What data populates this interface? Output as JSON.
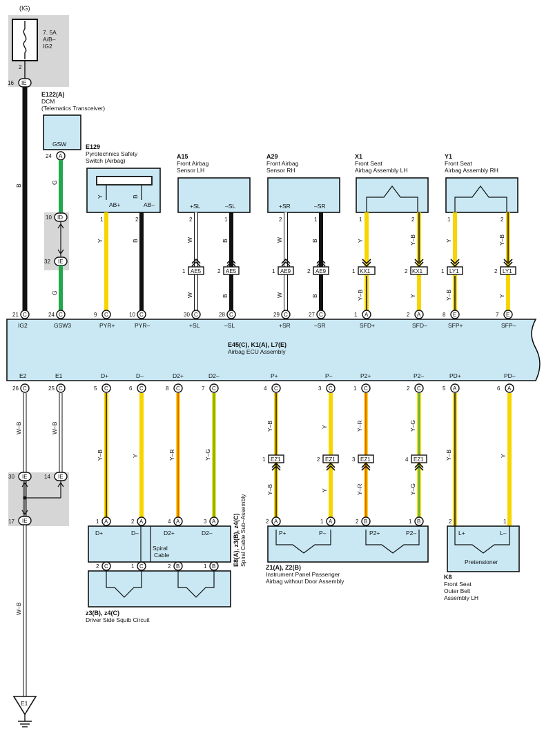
{
  "supply": {
    "ig": "(IG)",
    "fuse_line1": "7. 5A",
    "fuse_line2": "A/B–",
    "fuse_line3": "IG2",
    "fuse_pin": "2",
    "ie_pin": "16",
    "ie_code": "IE"
  },
  "dcm": {
    "code": "E122(A)",
    "name1": "DCM",
    "name2": "(Telematics Transceiver)",
    "terminal": "GSW",
    "pin": "24",
    "connector": "A"
  },
  "junction_id": {
    "pin_top": "10",
    "code_top": "ID",
    "pin_bot": "32",
    "code_bot": "IE"
  },
  "pyro": {
    "code": "E129",
    "name1": "Pyrotechnics Safety",
    "name2": "Switch (Airbag)",
    "t1": "AB+",
    "t2": "AB–",
    "p1": "1",
    "p2": "2"
  },
  "a15": {
    "code": "A15",
    "name1": "Front Airbag",
    "name2": "Sensor LH",
    "t1": "+SL",
    "t2": "–SL",
    "p1": "2",
    "p2": "1",
    "conn": "AE5",
    "cp1": "1",
    "cp2": "2"
  },
  "a29": {
    "code": "A29",
    "name1": "Front Airbag",
    "name2": "Sensor RH",
    "t1": "+SR",
    "t2": "–SR",
    "p1": "2",
    "p2": "1",
    "conn": "AE9",
    "cp1": "1",
    "cp2": "2"
  },
  "x1": {
    "code": "X1",
    "name1": "Front Seat",
    "name2": "Airbag Assembly LH",
    "p1": "1",
    "p2": "2",
    "conn": "KX1",
    "cp1": "1",
    "cp2": "2"
  },
  "y1": {
    "code": "Y1",
    "name1": "Front Seat",
    "name2": "Airbag Assembly RH",
    "p1": "1",
    "p2": "2",
    "conn": "LY1",
    "cp1": "1",
    "cp2": "2"
  },
  "ecu": {
    "code": "E45(C), K1(A), L7(E)",
    "name": "Airbag ECU Assembly",
    "top_terms": [
      {
        "pin": "21",
        "conn": "C",
        "label": "IG2"
      },
      {
        "pin": "24",
        "conn": "C",
        "label": "GSW3"
      },
      {
        "pin": "9",
        "conn": "C",
        "label": "PYR+"
      },
      {
        "pin": "10",
        "conn": "C",
        "label": "PYR–"
      },
      {
        "pin": "30",
        "conn": "C",
        "label": "+SL"
      },
      {
        "pin": "28",
        "conn": "C",
        "label": "–SL"
      },
      {
        "pin": "29",
        "conn": "C",
        "label": "+SR"
      },
      {
        "pin": "27",
        "conn": "C",
        "label": "–SR"
      },
      {
        "pin": "1",
        "conn": "A",
        "label": "SFD+"
      },
      {
        "pin": "2",
        "conn": "A",
        "label": "SFD–"
      },
      {
        "pin": "8",
        "conn": "E",
        "label": "SFP+"
      },
      {
        "pin": "7",
        "conn": "E",
        "label": "SFP–"
      }
    ],
    "bot_terms": [
      {
        "pin": "26",
        "conn": "C",
        "label": "E2"
      },
      {
        "pin": "25",
        "conn": "C",
        "label": "E1"
      },
      {
        "pin": "5",
        "conn": "C",
        "label": "D+"
      },
      {
        "pin": "6",
        "conn": "C",
        "label": "D–"
      },
      {
        "pin": "8",
        "conn": "C",
        "label": "D2+"
      },
      {
        "pin": "7",
        "conn": "C",
        "label": "D2–"
      },
      {
        "pin": "4",
        "conn": "C",
        "label": "P+"
      },
      {
        "pin": "3",
        "conn": "C",
        "label": "P–"
      },
      {
        "pin": "1",
        "conn": "C",
        "label": "P2+"
      },
      {
        "pin": "2",
        "conn": "C",
        "label": "P2–"
      },
      {
        "pin": "5",
        "conn": "A",
        "label": "PD+"
      },
      {
        "pin": "6",
        "conn": "A",
        "label": "PD–"
      }
    ]
  },
  "wires": {
    "b": "B",
    "g": "G",
    "y": "Y",
    "w": "W",
    "yb": "Y–B",
    "wb": "W–B",
    "yr": "Y–R",
    "yg": "Y–G"
  },
  "ground_junction": {
    "pin_a": "30",
    "pin_b": "14",
    "pin_c": "17",
    "code": "IE"
  },
  "spiral": {
    "code": "E8(A), z3(B), z4(C)",
    "name": "Spiral Cable Sub–Assembly",
    "top_pins": [
      {
        "pin": "1",
        "conn": "A"
      },
      {
        "pin": "2",
        "conn": "A"
      },
      {
        "pin": "4",
        "conn": "A"
      },
      {
        "pin": "3",
        "conn": "A"
      }
    ],
    "t1": "D+",
    "t2": "D–",
    "t3": "D2+",
    "t4": "D2–",
    "center1": "Spiral",
    "center2": "Cable",
    "bot_pins": [
      {
        "pin": "2",
        "conn": "C"
      },
      {
        "pin": "1",
        "conn": "C"
      },
      {
        "pin": "2",
        "conn": "B"
      },
      {
        "pin": "1",
        "conn": "B"
      }
    ]
  },
  "squib": {
    "code": "z3(B), z4(C)",
    "name": "Driver Side Squib Circuit"
  },
  "ez1": {
    "conn": "EZ1",
    "p1": "1",
    "p2": "2",
    "p3": "3",
    "p4": "4"
  },
  "passenger": {
    "code": "Z1(A), Z2(B)",
    "name1": "Instrument Panel Passenger",
    "name2": "Airbag without Door Assembly",
    "pins": [
      {
        "pin": "2",
        "conn": "A"
      },
      {
        "pin": "1",
        "conn": "A"
      },
      {
        "pin": "2",
        "conn": "B"
      },
      {
        "pin": "1",
        "conn": "B"
      }
    ],
    "t1": "P+",
    "t2": "P–",
    "t3": "P2+",
    "t4": "P2–"
  },
  "k8": {
    "code": "K8",
    "name1": "Front Seat",
    "name2": "Outer Belt",
    "name3": "Assembly LH",
    "t1": "L+",
    "t2": "L–",
    "p1": "2",
    "p2": "1",
    "center": "Pretensioner"
  },
  "ground": {
    "label": "E1"
  },
  "colors": {
    "black": "#111111",
    "green": "#22a84a",
    "yellow": "#f7d600",
    "red": "#e2322b",
    "white": "#ffffff",
    "box": "#c9e8f4",
    "junction": "#d6d6d6"
  }
}
